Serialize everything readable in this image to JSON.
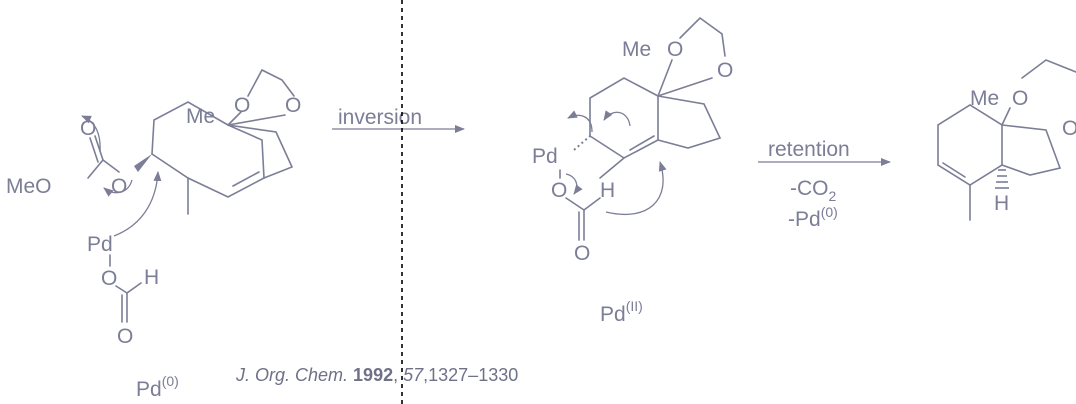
{
  "atoms": {
    "s1": {
      "me": "Me",
      "o_top": "O",
      "o_right": "O",
      "o_carbonyl": "O",
      "meo": "MeO",
      "o_ester": "O",
      "pd": "Pd",
      "o_formate": "O",
      "h_formate": "H",
      "o_formate_bottom": "O"
    },
    "s2": {
      "me": "Me",
      "o_top": "O",
      "o_right": "O",
      "pd": "Pd",
      "o_formate": "O",
      "h_formate": "H",
      "o_formate_bottom": "O"
    },
    "s3": {
      "me": "Me",
      "o_top": "O",
      "o_right": "O",
      "h": "H"
    }
  },
  "arrows": {
    "step1_label": "inversion",
    "step2_label": "retention",
    "step2_co2_prefix": "-CO",
    "step2_co2_sub": "2",
    "step2_pd_base": "-Pd",
    "step2_pd_sup": "(0)"
  },
  "oxidation_states": {
    "left_base": "Pd",
    "left_sup": "(0)",
    "middle_base": "Pd",
    "middle_sup": "(II)"
  },
  "citation": {
    "journal": "J. Org. Chem.",
    "year": "1992",
    "sep": ", ",
    "volume": "57",
    "pages": ",1327–1330"
  },
  "colors": {
    "structure": "#7b7e96",
    "text": "#6f7188",
    "divider": "#000000"
  }
}
